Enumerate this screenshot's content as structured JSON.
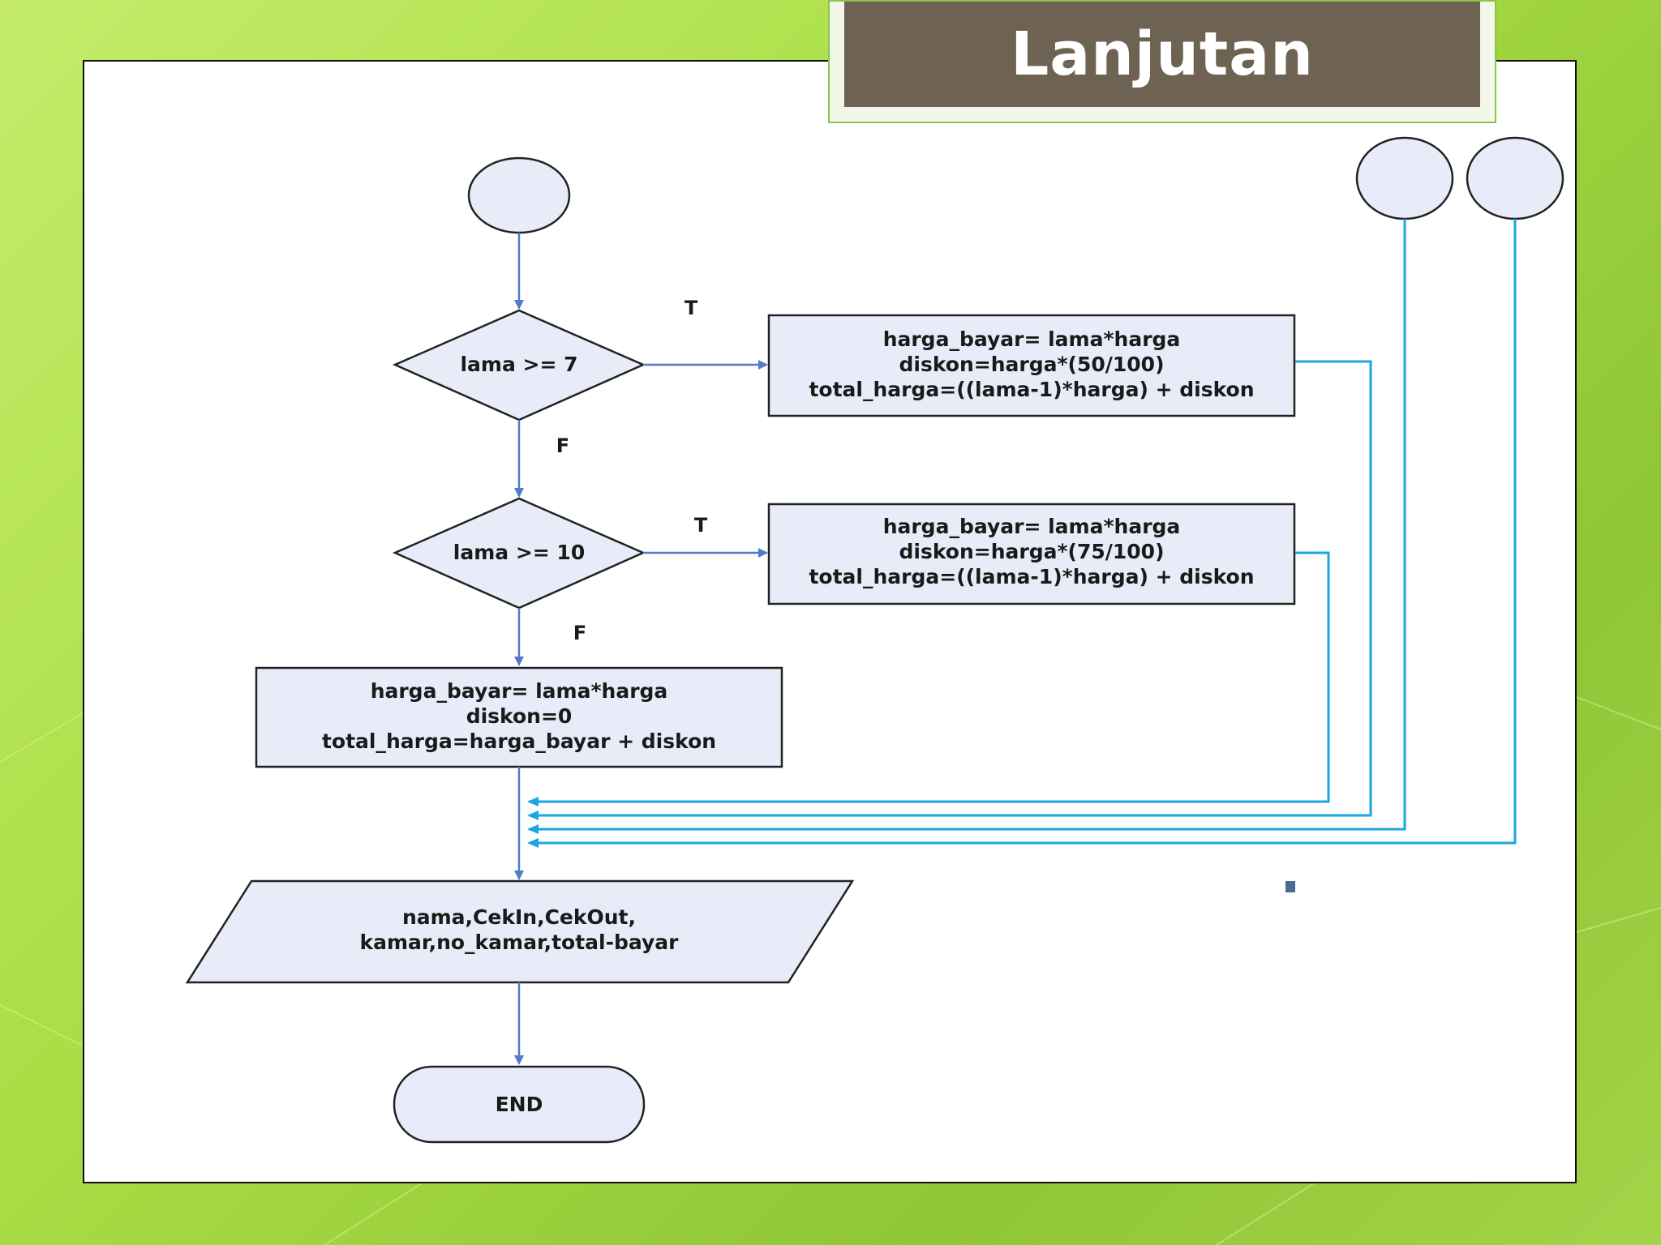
{
  "slide": {
    "title": "Lanjutan",
    "colors": {
      "background": "#a9dd45",
      "title_box": "#6e6253",
      "node_fill": "#e8ecf8",
      "arrow": "#4f7bc9",
      "connector": "#1aa7e0"
    }
  },
  "flowchart": {
    "start_connector": "",
    "decision_1": {
      "label": "lama >= 7",
      "true_label": "T",
      "false_label": "F"
    },
    "process_1": {
      "line1": "harga_bayar= lama*harga",
      "line2": "diskon=harga*(50/100)",
      "line3": "total_harga=((lama-1)*harga) + diskon"
    },
    "decision_2": {
      "label": "lama >= 10",
      "true_label": "T",
      "false_label": "F"
    },
    "process_2": {
      "line1": "harga_bayar= lama*harga",
      "line2": "diskon=harga*(75/100)",
      "line3": "total_harga=((lama-1)*harga) + diskon"
    },
    "process_3": {
      "line1": "harga_bayar= lama*harga",
      "line2": "diskon=0",
      "line3": "total_harga=harga_bayar + diskon"
    },
    "output": {
      "line1": "nama,CekIn,CekOut,",
      "line2": "kamar,no_kamar,total-bayar"
    },
    "end": {
      "label": "END"
    }
  }
}
